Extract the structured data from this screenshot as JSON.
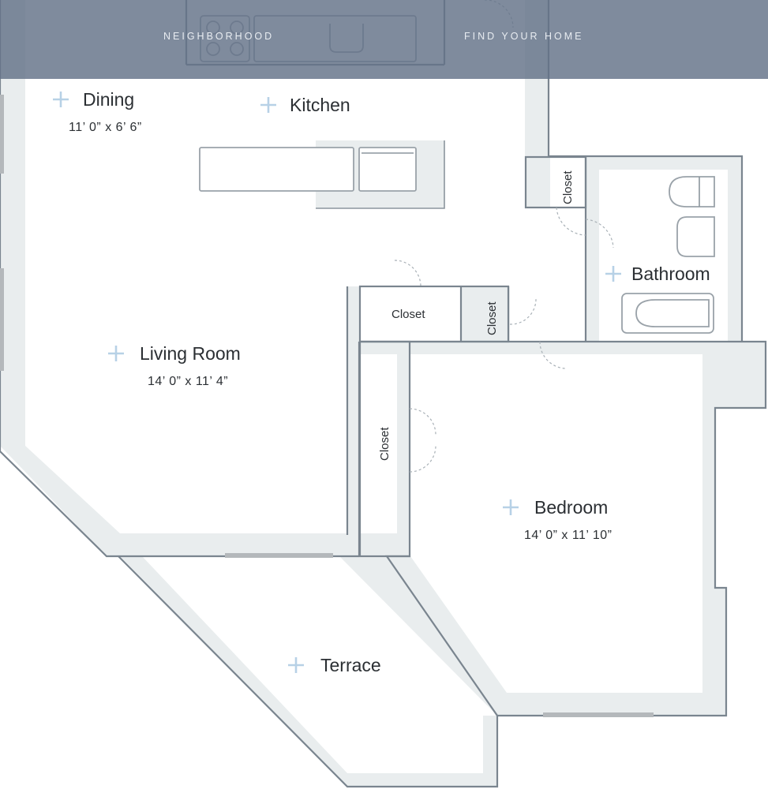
{
  "nav": {
    "neighborhood": "NEIGHBORHOOD",
    "find_home": "FIND YOUR HOME"
  },
  "rooms": {
    "dining": {
      "name": "Dining",
      "dims": "11’ 0” x 6’ 6”"
    },
    "kitchen": {
      "name": "Kitchen"
    },
    "living_room": {
      "name": "Living Room",
      "dims": "14’ 0” x 11’ 4”"
    },
    "bathroom": {
      "name": "Bathroom"
    },
    "bedroom": {
      "name": "Bedroom",
      "dims": "14’ 0” x 11’ 10”"
    },
    "terrace": {
      "name": "Terrace"
    }
  },
  "closets": {
    "hall_closet_upper": "Closet",
    "hall_closet_wide": "Closet",
    "hall_closet_narrow": "Closet",
    "bedroom_closet": "Closet"
  },
  "colors": {
    "wall_fill": "#e9edee",
    "wall_line": "#7a858f",
    "plus_marker": "#b7d1e6",
    "navbar_overlay": "#637187"
  }
}
